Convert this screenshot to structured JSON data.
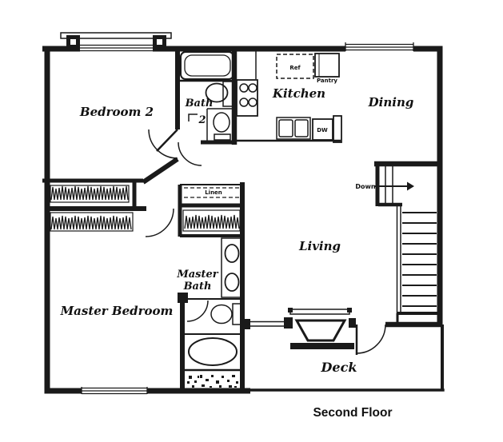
{
  "title": "Second Floor",
  "rooms": {
    "bedroom2": "Bedroom 2",
    "bath2_line1": "Bath",
    "bath2_line2": "2",
    "kitchen": "Kitchen",
    "dining": "Dining",
    "living": "Living",
    "master_bath_line1": "Master",
    "master_bath_line2": "Bath",
    "master_bedroom": "Master Bedroom",
    "deck": "Deck"
  },
  "fixtures": {
    "refrigerator": "Ref",
    "pantry": "Pantry",
    "dishwasher": "DW",
    "linen": "Linen"
  },
  "stairs": {
    "down": "Down"
  },
  "colors": {
    "ink": "#1a1a1a",
    "paper": "#ffffff"
  }
}
